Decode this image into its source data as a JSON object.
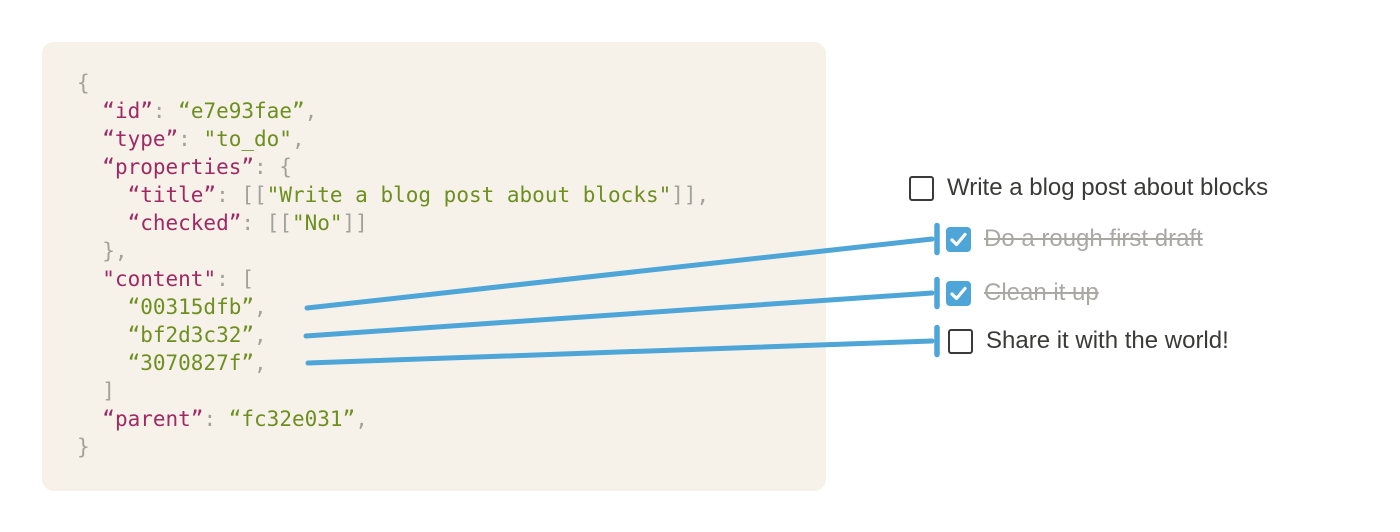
{
  "palette": {
    "panel_bg": "#f6f2ea",
    "code_key": "#a02963",
    "code_string": "#6e8f20",
    "code_punct": "#a3a19b",
    "connector_blue": "#4da5d8",
    "todo_text": "#3a3a38",
    "todo_done_text": "#a9a8a4",
    "checkbox_border": "#3a3a38",
    "check_mark_color": "#ffffff"
  },
  "code_block": {
    "lines": [
      [
        {
          "type": "punct",
          "text": "{"
        }
      ],
      [
        {
          "type": "punct",
          "text": "  "
        },
        {
          "type": "key",
          "text": "“id”"
        },
        {
          "type": "punct",
          "text": ": "
        },
        {
          "type": "string",
          "text": "“e7e93fae”"
        },
        {
          "type": "punct",
          "text": ","
        }
      ],
      [
        {
          "type": "punct",
          "text": "  "
        },
        {
          "type": "key",
          "text": "“type”"
        },
        {
          "type": "punct",
          "text": ": "
        },
        {
          "type": "string",
          "text": "\"to_do\""
        },
        {
          "type": "punct",
          "text": ","
        }
      ],
      [
        {
          "type": "punct",
          "text": "  "
        },
        {
          "type": "key",
          "text": "“properties”"
        },
        {
          "type": "punct",
          "text": ": {"
        }
      ],
      [
        {
          "type": "punct",
          "text": "    "
        },
        {
          "type": "key",
          "text": "“title”"
        },
        {
          "type": "punct",
          "text": ": [["
        },
        {
          "type": "string",
          "text": "\"Write a blog post about blocks\""
        },
        {
          "type": "punct",
          "text": "]],"
        }
      ],
      [
        {
          "type": "punct",
          "text": "    "
        },
        {
          "type": "key",
          "text": "“checked”"
        },
        {
          "type": "punct",
          "text": ": [["
        },
        {
          "type": "string",
          "text": "\"No\""
        },
        {
          "type": "punct",
          "text": "]]"
        }
      ],
      [
        {
          "type": "punct",
          "text": "  },"
        }
      ],
      [
        {
          "type": "punct",
          "text": "  "
        },
        {
          "type": "key",
          "text": "\"content\""
        },
        {
          "type": "punct",
          "text": ": ["
        }
      ],
      [
        {
          "type": "punct",
          "text": "    "
        },
        {
          "type": "string",
          "text": "“00315dfb”"
        },
        {
          "type": "punct",
          "text": ","
        }
      ],
      [
        {
          "type": "punct",
          "text": "    "
        },
        {
          "type": "string",
          "text": "“bf2d3c32”"
        },
        {
          "type": "punct",
          "text": ","
        }
      ],
      [
        {
          "type": "punct",
          "text": "    "
        },
        {
          "type": "string",
          "text": "“3070827f”"
        },
        {
          "type": "punct",
          "text": ","
        }
      ],
      [
        {
          "type": "punct",
          "text": "  ]"
        }
      ],
      [
        {
          "type": "punct",
          "text": "  "
        },
        {
          "type": "key",
          "text": "“parent”"
        },
        {
          "type": "punct",
          "text": ": "
        },
        {
          "type": "string",
          "text": "“fc32e031”"
        },
        {
          "type": "punct",
          "text": ","
        }
      ],
      [
        {
          "type": "punct",
          "text": "}"
        }
      ]
    ]
  },
  "todo_list": {
    "items": [
      {
        "label": "Write a blog post about blocks",
        "checked": false,
        "done": false,
        "indented": false
      },
      {
        "label": "Do a rough first draft",
        "checked": true,
        "done": true,
        "indented": true
      },
      {
        "label": "Clean it up",
        "checked": true,
        "done": true,
        "indented": true
      },
      {
        "label": "Share it with the world!",
        "checked": false,
        "done": false,
        "indented": true
      }
    ]
  },
  "connectors": [
    {
      "from": "00315dfb",
      "to": "Do a rough first draft"
    },
    {
      "from": "bf2d3c32",
      "to": "Clean it up"
    },
    {
      "from": "3070827f",
      "to": "Share it with the world!"
    }
  ]
}
